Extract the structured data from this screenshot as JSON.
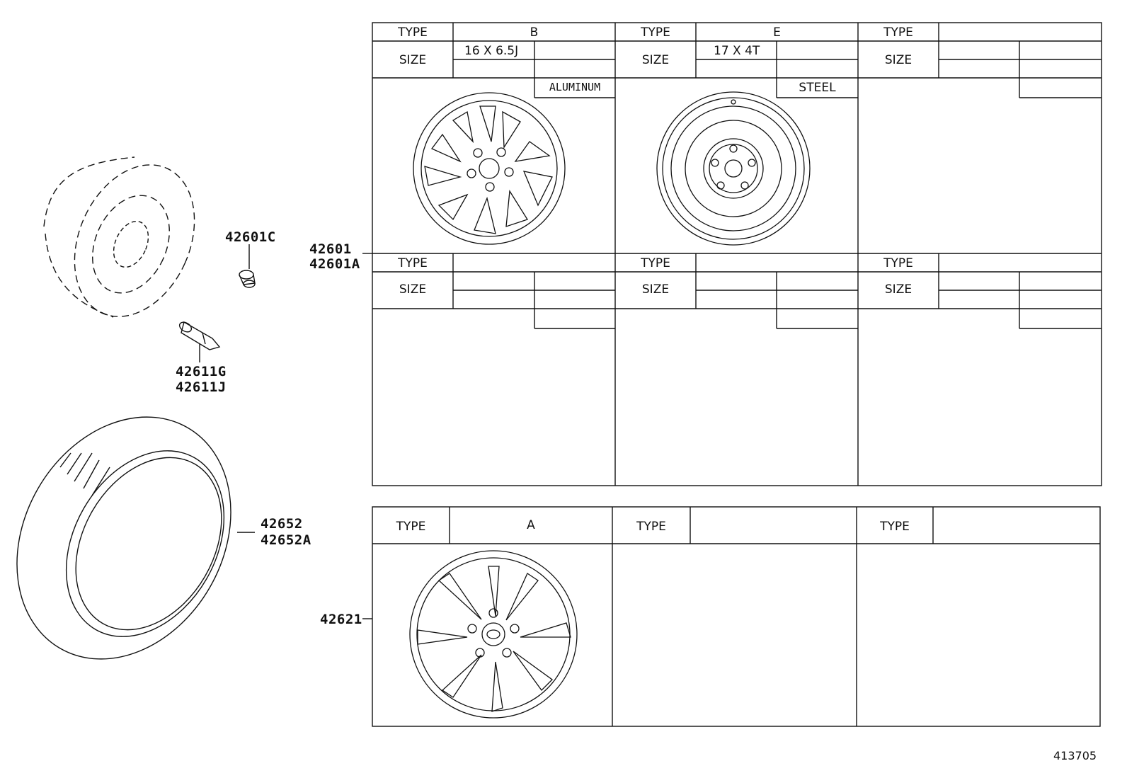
{
  "diagram_id": "413705",
  "callouts": {
    "cap": "42601C",
    "valve_1": "42611G",
    "valve_2": "42611J",
    "wheel_1": "42601",
    "wheel_2": "42601A",
    "tire_1": "42652",
    "tire_2": "42652A",
    "ornament": "42621"
  },
  "wheel_table": {
    "type_label": "TYPE",
    "size_label": "SIZE",
    "cells": [
      {
        "type": "B",
        "size": "16 X 6.5J",
        "material": "ALUMINUM"
      },
      {
        "type": "E",
        "size": "17 X 4T",
        "material": "STEEL"
      },
      {
        "type": "",
        "size": "",
        "material": ""
      },
      {
        "type": "",
        "size": "",
        "material": ""
      },
      {
        "type": "",
        "size": "",
        "material": ""
      },
      {
        "type": "",
        "size": "",
        "material": ""
      }
    ]
  },
  "ornament_table": {
    "type_label": "TYPE",
    "cells": [
      {
        "type": "A"
      },
      {
        "type": ""
      },
      {
        "type": ""
      }
    ]
  }
}
